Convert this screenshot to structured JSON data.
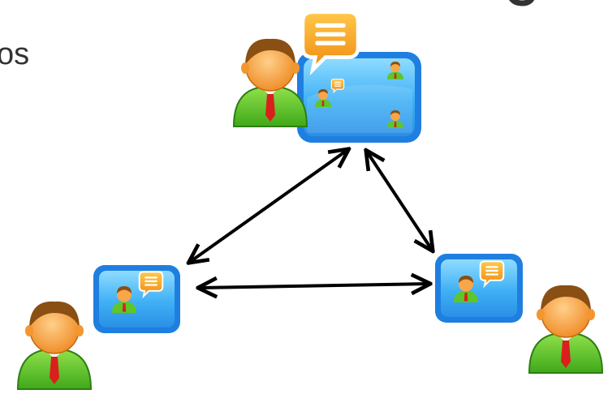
{
  "slide": {
    "partial_text_left": "os"
  },
  "colors": {
    "window_blue_dark": "#1f7fe0",
    "window_blue_light": "#7fd1ff",
    "shirt_green": "#5fc62a",
    "skin": "#f7a64a",
    "hair": "#8a4f12",
    "tie": "#d9201c",
    "bubble_orange": "#f3a31b",
    "arrow": "#000000"
  },
  "nodes": [
    {
      "id": "top",
      "icons": [
        "person-icon",
        "chat-window-icon",
        "speech-bubble-icon"
      ]
    },
    {
      "id": "bottom-left",
      "icons": [
        "person-icon",
        "chat-window-icon"
      ]
    },
    {
      "id": "bottom-right",
      "icons": [
        "person-icon",
        "chat-window-icon"
      ]
    }
  ],
  "edges": [
    {
      "from": "top",
      "to": "bottom-left",
      "type": "bidirectional"
    },
    {
      "from": "top",
      "to": "bottom-right",
      "type": "bidirectional"
    },
    {
      "from": "bottom-left",
      "to": "bottom-right",
      "type": "bidirectional"
    }
  ]
}
